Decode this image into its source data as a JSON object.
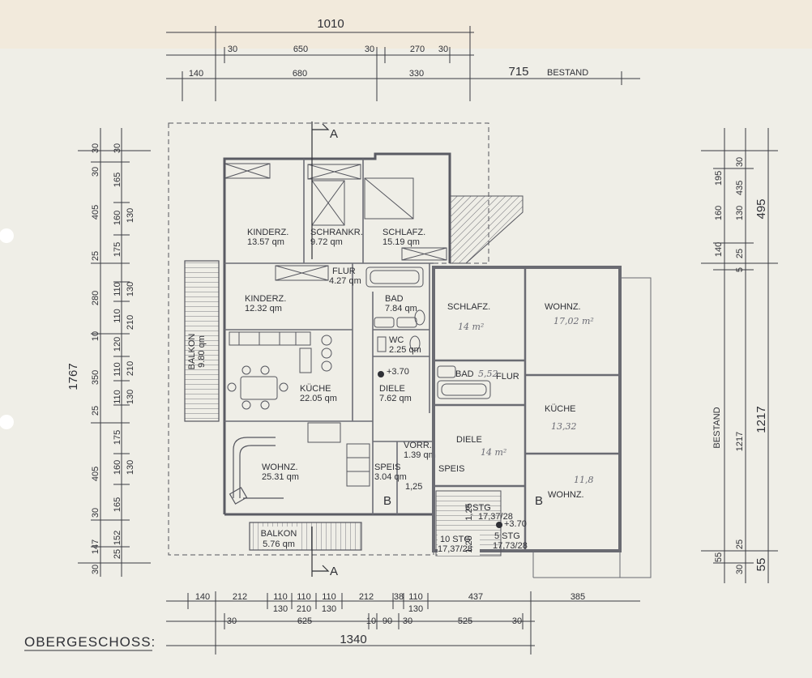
{
  "drawing": {
    "title": "OBERGESCHOSS:",
    "section_marker": "A",
    "section_marker_b": "B",
    "existing_label": "BESTAND",
    "colors": {
      "paper": "#efeee7",
      "ink": "#2f3036",
      "wall": "#6a6b72",
      "pencil": "#7a7b84"
    }
  },
  "dimensions": {
    "top_total": "1010",
    "top_row1": [
      "30",
      "650",
      "30",
      "270",
      "30"
    ],
    "top_row2": [
      "140",
      "680",
      "330"
    ],
    "top_existing": "715",
    "left_total": "1767",
    "left_outer": [
      "30",
      "30",
      "405",
      "25",
      "280",
      "10",
      "350",
      "25",
      "405",
      "30",
      "147",
      "30"
    ],
    "left_inner": [
      "30",
      "165",
      "160",
      "130",
      "175",
      "110",
      "130",
      "110",
      "210",
      "120",
      "110",
      "210",
      "110",
      "130",
      "175",
      "160",
      "130",
      "165",
      "25",
      "152"
    ],
    "right_total_top": "495",
    "right_total_bottom": "1217",
    "right_small": "55",
    "right_inner": [
      "30",
      "195",
      "160",
      "130",
      "435",
      "140",
      "25",
      "5",
      "1217",
      "25",
      "30",
      "55"
    ],
    "bottom_row1": [
      "140",
      "212",
      "110",
      "110",
      "110",
      "212",
      "38",
      "110",
      "437",
      "385"
    ],
    "bottom_row1_sub": [
      "130",
      "210",
      "130",
      "130"
    ],
    "bottom_row2": [
      "30",
      "625",
      "10",
      "90",
      "30",
      "525",
      "30"
    ],
    "bottom_total": "1340"
  },
  "rooms": {
    "kinderz_1": {
      "name": "KINDERZ.",
      "area": "13.57 qm"
    },
    "schrankr": {
      "name": "SCHRANKR.",
      "area": "9.72 qm"
    },
    "schlafz": {
      "name": "SCHLAFZ.",
      "area": "15.19 qm"
    },
    "flur": {
      "name": "FLUR",
      "area": "4.27 qm"
    },
    "kinderz_2": {
      "name": "KINDERZ.",
      "area": "12.32 qm"
    },
    "bad": {
      "name": "BAD",
      "area": "7.84 qm"
    },
    "wc": {
      "name": "WC",
      "area": "2.25 qm"
    },
    "balkon_left": {
      "name": "BALKON",
      "area": "9.80 qm"
    },
    "kueche": {
      "name": "KÜCHE",
      "area": "22.05 qm"
    },
    "diele": {
      "name": "DIELE",
      "area": "7.62 qm"
    },
    "level": "+3.70",
    "vorr": {
      "name": "VORR.",
      "area": "1.39 qm"
    },
    "speis": {
      "name": "SPEIS",
      "area": "3.04 qm"
    },
    "wohnz": {
      "name": "WOHNZ.",
      "area": "25.31 qm"
    },
    "balkon_bottom": {
      "name": "BALKON",
      "area": "5.76 qm"
    }
  },
  "existing_rooms": {
    "schlafz": {
      "name": "SCHLAFZ.",
      "note": "14 m²"
    },
    "wohnz_top": {
      "name": "WOHNZ.",
      "note": "17,02 m²"
    },
    "bad": "BAD",
    "bad_note": "5,52",
    "flur": "FLUR",
    "kueche": {
      "name": "KÜCHE",
      "note": "13,32"
    },
    "diele": {
      "name": "DIELE",
      "note": "14 m²"
    },
    "speis": "SPEIS",
    "wohnz_bottom": {
      "name": "WOHNZ.",
      "note": "11,8"
    },
    "level": "+3.70",
    "stairs": {
      "flight1": "6 STG",
      "flight1_dim": "17,37/28",
      "flight2": "10 STG",
      "flight2_dim": "17,37/28",
      "flight3": "5 STG",
      "flight3_dim": "17,73/28"
    },
    "stair_dims": [
      "1,25",
      "1,25",
      "1,25"
    ]
  }
}
